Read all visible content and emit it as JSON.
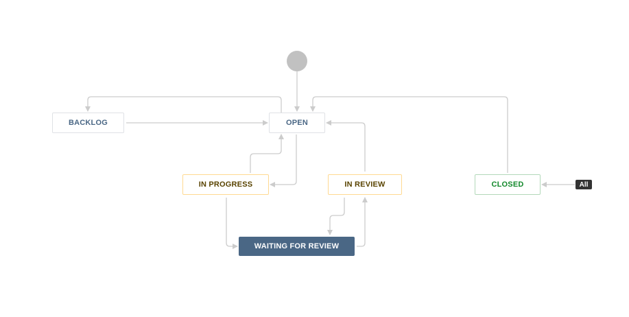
{
  "workflow": {
    "statuses": [
      {
        "id": "backlog",
        "label": "BACKLOG",
        "category": "todo"
      },
      {
        "id": "open",
        "label": "OPEN",
        "category": "todo"
      },
      {
        "id": "in_progress",
        "label": "IN PROGRESS",
        "category": "progress"
      },
      {
        "id": "in_review",
        "label": "IN REVIEW",
        "category": "progress"
      },
      {
        "id": "closed",
        "label": "CLOSED",
        "category": "done"
      },
      {
        "id": "waiting_for_review",
        "label": "WAITING FOR REVIEW",
        "category": "progress",
        "selected": true
      }
    ],
    "global_transition_label": "All",
    "transitions": [
      {
        "from": "start",
        "to": "open"
      },
      {
        "from": "open",
        "to": "backlog"
      },
      {
        "from": "backlog",
        "to": "open"
      },
      {
        "from": "closed",
        "to": "open"
      },
      {
        "from": "in_progress",
        "to": "open"
      },
      {
        "from": "open",
        "to": "in_progress"
      },
      {
        "from": "in_review",
        "to": "open"
      },
      {
        "from": "in_progress",
        "to": "waiting_for_review"
      },
      {
        "from": "in_review",
        "to": "waiting_for_review"
      },
      {
        "from": "waiting_for_review",
        "to": "in_review"
      },
      {
        "from": "all",
        "to": "closed"
      }
    ]
  },
  "colors": {
    "connector": "#cccccc",
    "start_node": "#c1c1c1",
    "todo_text": "#4a6785",
    "progress_text": "#594300",
    "done_text": "#14892c",
    "selected_fill": "#4a6785"
  }
}
